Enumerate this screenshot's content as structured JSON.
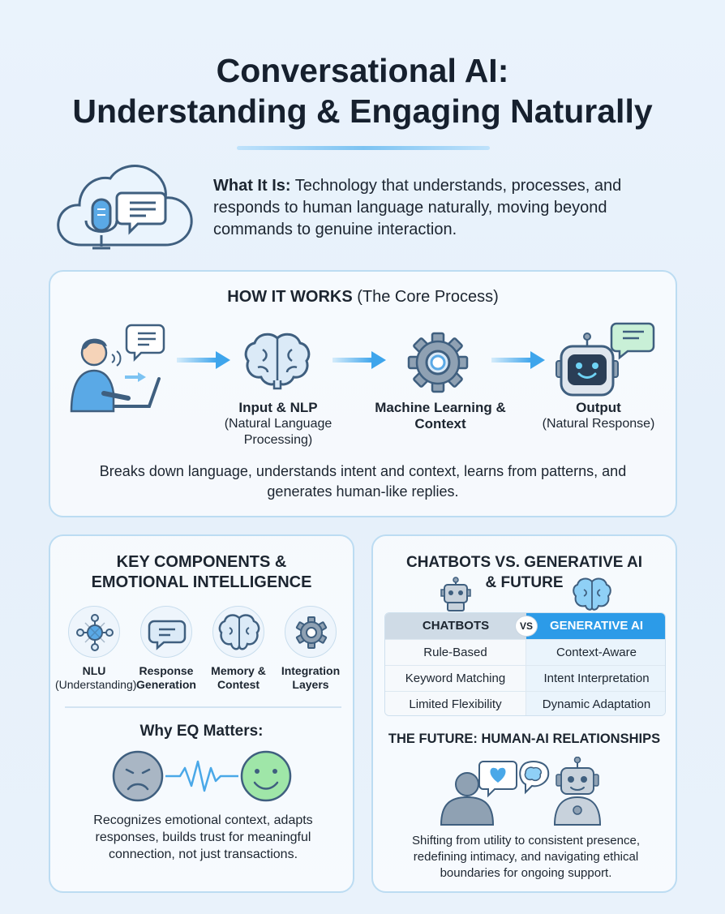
{
  "title": {
    "line1": "Conversational AI:",
    "line2": "Understanding & Engaging Naturally"
  },
  "what_it_is": {
    "label": "What It Is:",
    "text": " Technology that understands, processes, and responds to human language naturally, moving beyond commands to genuine interaction."
  },
  "how_it_works": {
    "title_bold": "HOW IT WORKS",
    "title_rest": " (The Core Process)",
    "steps": [
      {
        "heading": "Input & NLP",
        "sub": "(Natural Language Processing)"
      },
      {
        "heading": "Machine Learning & Context",
        "sub": ""
      },
      {
        "heading": "Output",
        "sub": "(Natural Response)"
      }
    ],
    "description": "Breaks down language, understands intent and context, learns from patterns, and generates human-like replies."
  },
  "key_components": {
    "title_line1": "KEY COMPONENTS &",
    "title_line2": "EMOTIONAL INTELLIGENCE",
    "items": [
      {
        "heading": "NLU",
        "sub": "(Understanding)"
      },
      {
        "heading": "Response",
        "sub": "Generation"
      },
      {
        "heading": "Memory &",
        "sub": "Contest"
      },
      {
        "heading": "Integration",
        "sub": "Layers"
      }
    ],
    "eq_title": "Why EQ Matters:",
    "eq_description": "Recognizes emotional context, adapts responses, builds trust for meaningful connection, not just transactions."
  },
  "comparison": {
    "title_line1": "CHATBOTS VS. GENERATIVE AI",
    "title_line2": "& FUTURE",
    "left_header": "CHATBOTS",
    "vs": "VS",
    "right_header": "GENERATIVE AI",
    "rows": [
      {
        "left": "Rule-Based",
        "right": "Context-Aware"
      },
      {
        "left": "Keyword Matching",
        "right": "Intent Interpretation"
      },
      {
        "left": "Limited Flexibility",
        "right": "Dynamic Adaptation"
      }
    ],
    "future_title": "THE FUTURE: HUMAN-AI RELATIONSHIPS",
    "future_description": "Shifting from utility to consistent presence, redefining intimacy, and navigating ethical boundaries for ongoing support."
  },
  "colors": {
    "accent": "#2c9be8",
    "card_border": "#bcdcf2",
    "icon_line": "#3f5f7f",
    "icon_fill": "#dbeaf7"
  }
}
